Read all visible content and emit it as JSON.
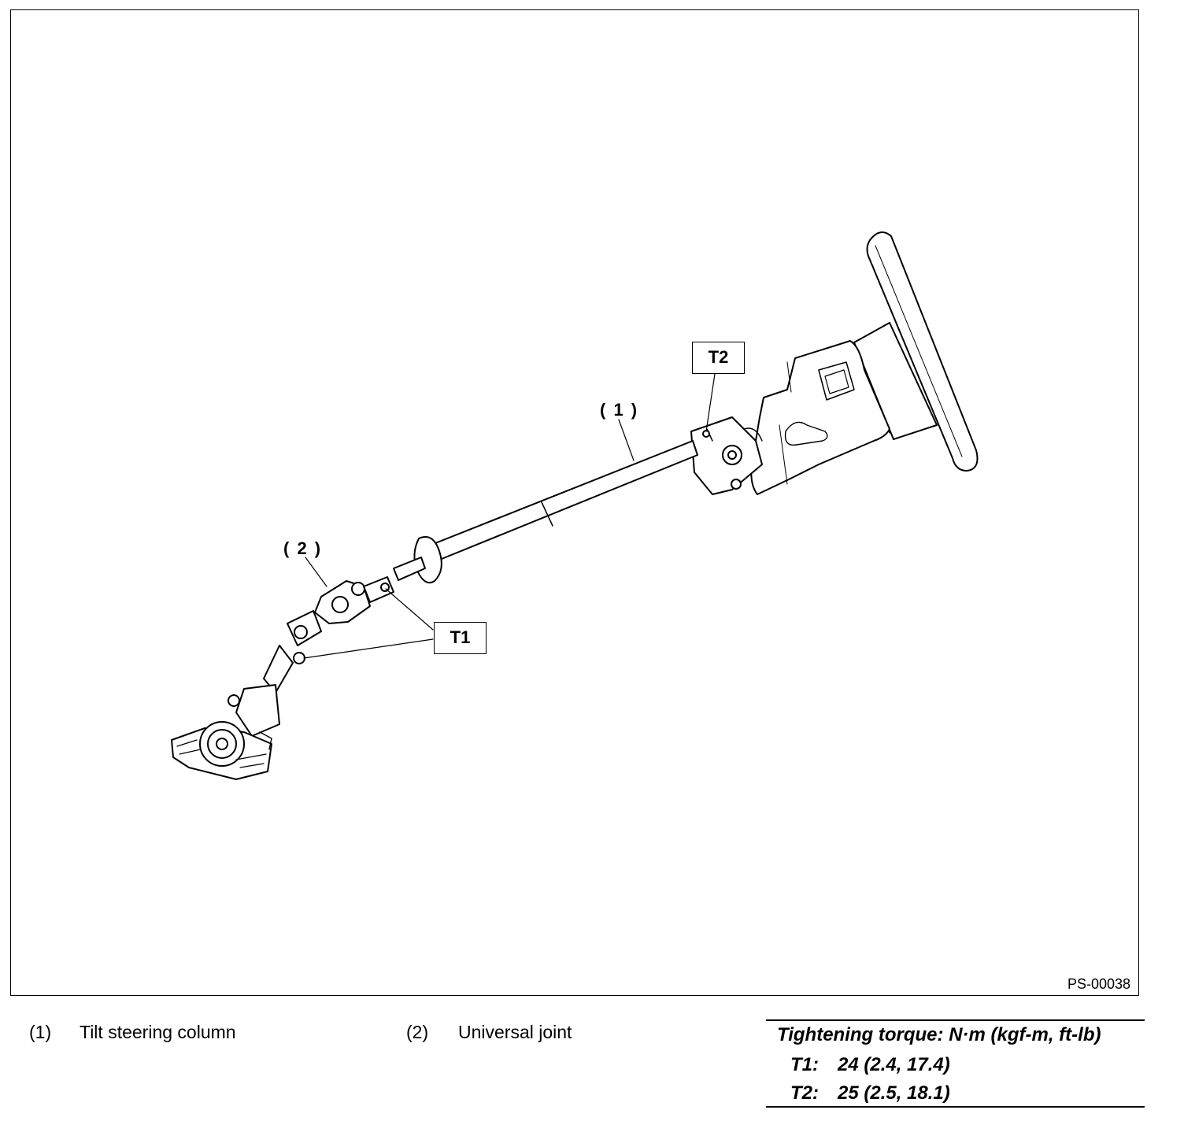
{
  "figure": {
    "code": "PS-00038",
    "callouts": {
      "part1": "( 1 )",
      "part2": "( 2 )",
      "t1": "T1",
      "t2": "T2"
    }
  },
  "legend": [
    {
      "num": "(1)",
      "text": "Tilt steering column"
    },
    {
      "num": "(2)",
      "text": "Universal joint"
    }
  ],
  "torque": {
    "title": "Tightening torque: N·m (kgf-m, ft-lb)",
    "rows": [
      {
        "label": "T1:",
        "value": "24 (2.4, 17.4)"
      },
      {
        "label": "T2:",
        "value": "25 (2.5, 18.1)"
      }
    ]
  }
}
